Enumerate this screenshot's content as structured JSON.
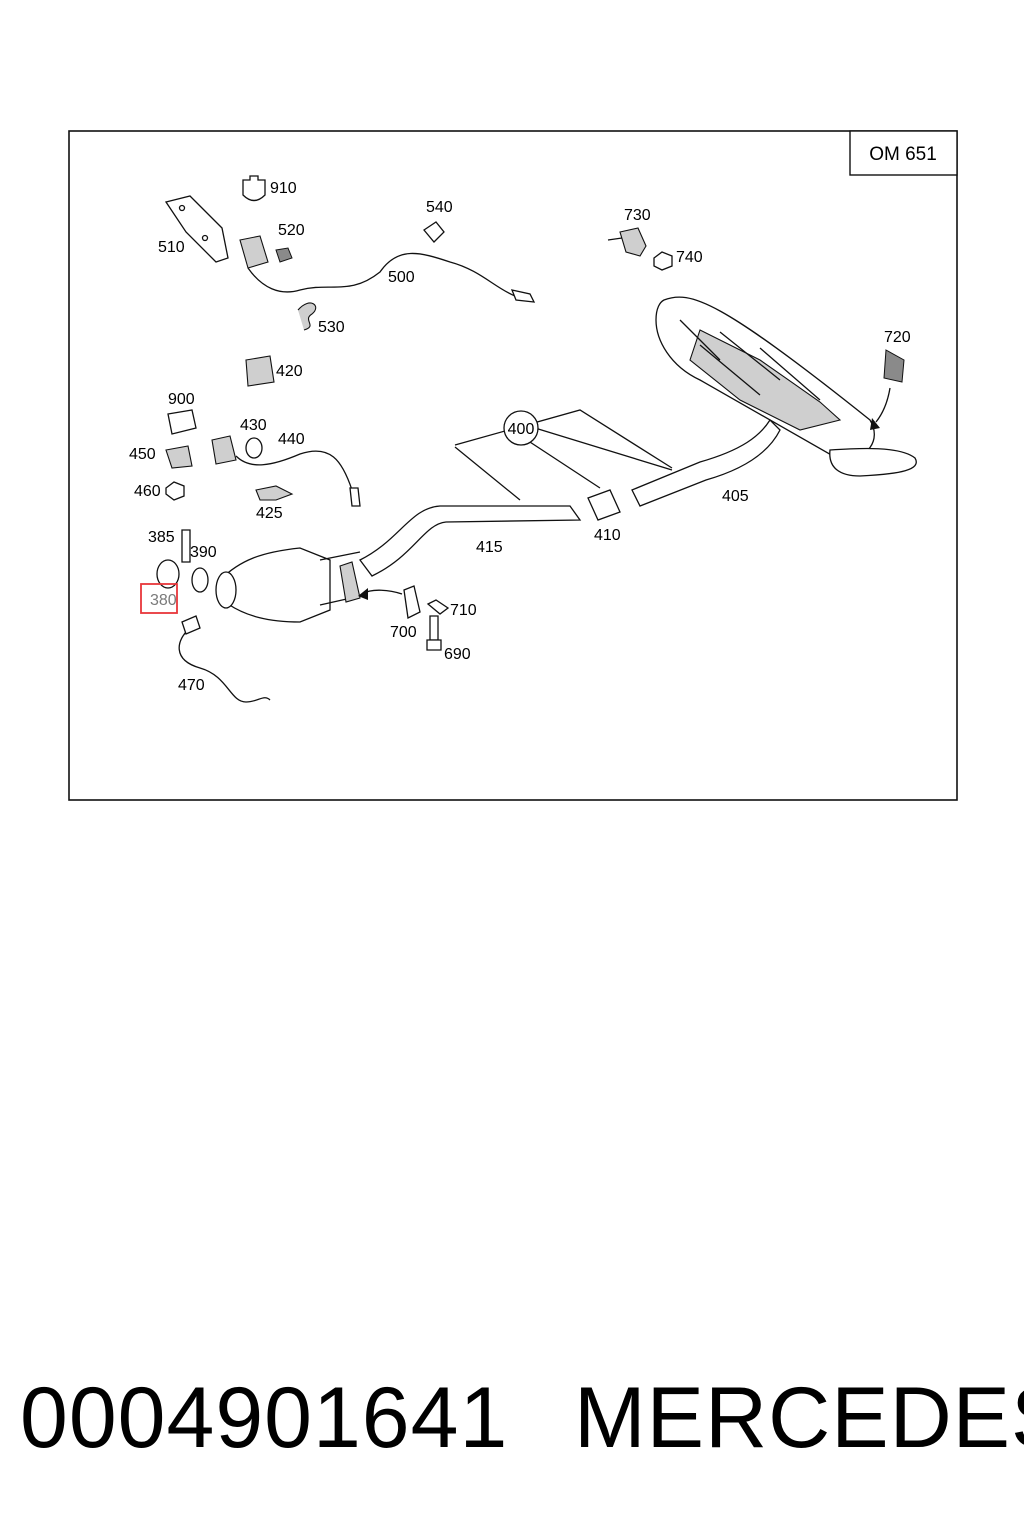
{
  "engine_label": "OM 651",
  "highlight_color": "#e8363a",
  "callouts": [
    {
      "id": "910",
      "highlight": false
    },
    {
      "id": "510",
      "highlight": false
    },
    {
      "id": "520",
      "highlight": false
    },
    {
      "id": "540",
      "highlight": false
    },
    {
      "id": "500",
      "highlight": false
    },
    {
      "id": "530",
      "highlight": false
    },
    {
      "id": "730",
      "highlight": false
    },
    {
      "id": "740",
      "highlight": false
    },
    {
      "id": "720",
      "highlight": false
    },
    {
      "id": "420",
      "highlight": false
    },
    {
      "id": "900",
      "highlight": false
    },
    {
      "id": "430",
      "highlight": false
    },
    {
      "id": "440",
      "highlight": false
    },
    {
      "id": "450",
      "highlight": false
    },
    {
      "id": "460",
      "highlight": false
    },
    {
      "id": "425",
      "highlight": false
    },
    {
      "id": "400",
      "highlight": false
    },
    {
      "id": "405",
      "highlight": false
    },
    {
      "id": "410",
      "highlight": false
    },
    {
      "id": "415",
      "highlight": false
    },
    {
      "id": "385",
      "highlight": false
    },
    {
      "id": "390",
      "highlight": false
    },
    {
      "id": "380",
      "highlight": true
    },
    {
      "id": "700",
      "highlight": false
    },
    {
      "id": "710",
      "highlight": false
    },
    {
      "id": "690",
      "highlight": false
    },
    {
      "id": "470",
      "highlight": false
    }
  ],
  "part_number": "0004901641",
  "brand": "MERCEDES"
}
